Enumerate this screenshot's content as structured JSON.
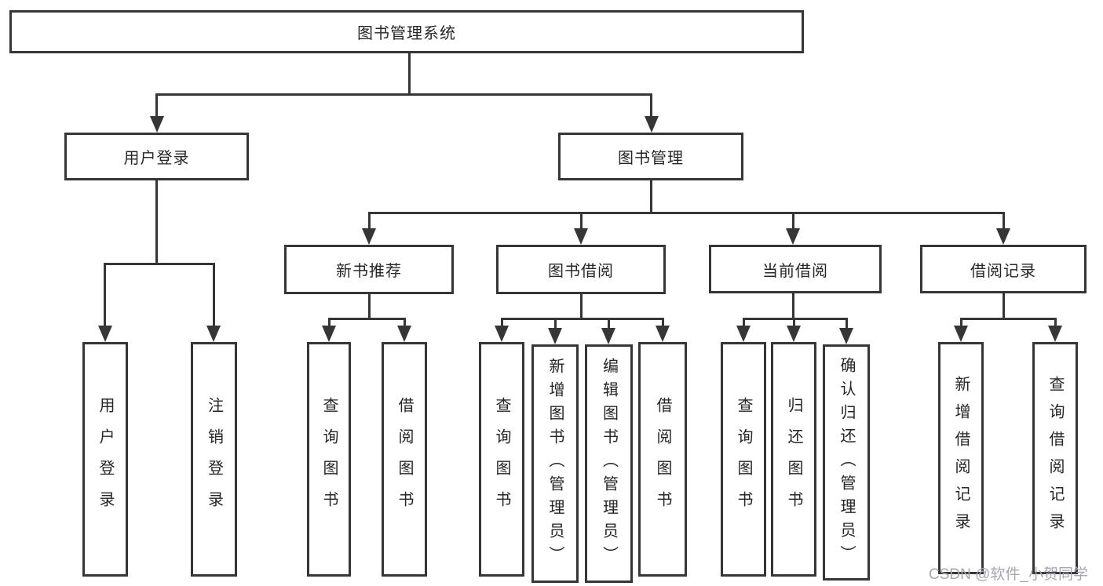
{
  "colors": {
    "line": "#363636",
    "text": "#262626",
    "background": "#ffffff",
    "watermark": "#a6a6b0"
  },
  "watermark": {
    "text": "CSDN @软件_小贺同学"
  },
  "tree": {
    "root": {
      "label": "图书管理系统",
      "children": [
        {
          "label": "用户登录",
          "children": [
            {
              "label": "用户登录"
            },
            {
              "label": "注销登录"
            }
          ]
        },
        {
          "label": "图书管理",
          "children": [
            {
              "label": "新书推荐",
              "children": [
                {
                  "label": "查询图书"
                },
                {
                  "label": "借阅图书"
                }
              ]
            },
            {
              "label": "图书借阅",
              "children": [
                {
                  "label": "查询图书"
                },
                {
                  "label": "新增图书（管理员）"
                },
                {
                  "label": "编辑图书（管理员）"
                },
                {
                  "label": "借阅图书"
                }
              ]
            },
            {
              "label": "当前借阅",
              "children": [
                {
                  "label": "查询图书"
                },
                {
                  "label": "归还图书"
                },
                {
                  "label": "确认归还（管理员）"
                }
              ]
            },
            {
              "label": "借阅记录",
              "children": [
                {
                  "label": "新增借阅记录"
                },
                {
                  "label": "查询借阅记录"
                }
              ]
            }
          ]
        }
      ]
    }
  }
}
